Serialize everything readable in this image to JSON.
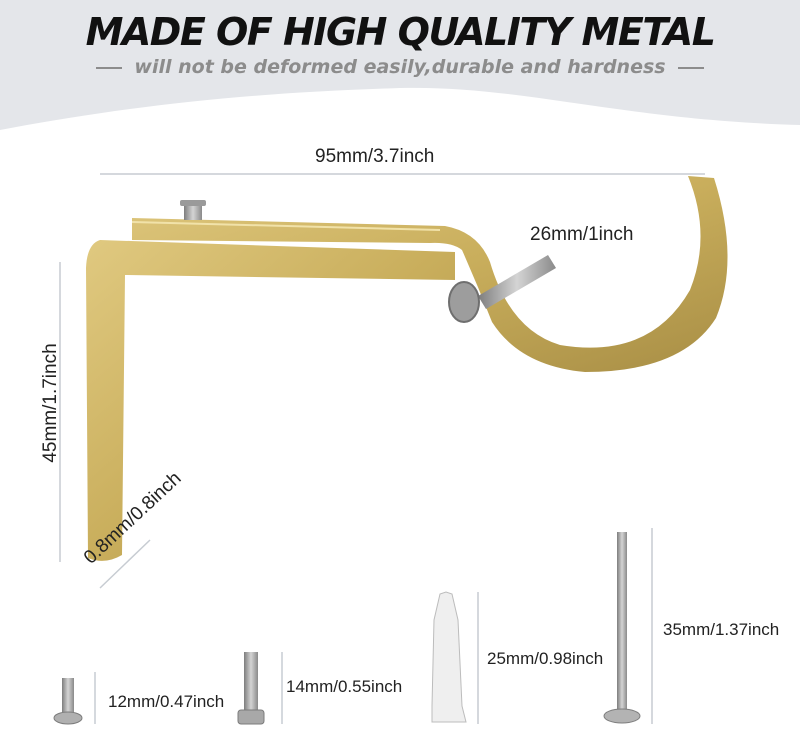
{
  "headline": "MADE OF HIGH QUALITY METAL",
  "subheadline": "will not be deformed easily,durable and hardness",
  "colors": {
    "brass": "#c9ae5c",
    "banner": "#e4e6ea",
    "screw": "#a9a9a9",
    "anchor": "#efefef"
  },
  "dimensions": {
    "length": "95mm/3.7inch",
    "height": "45mm/1.7inch",
    "hook_opening": "26mm/1inch",
    "thickness": "0.8mm/0.8inch"
  },
  "hardware": [
    {
      "name": "small-screw",
      "size": "12mm/0.47inch"
    },
    {
      "name": "machine-screw",
      "size": "14mm/0.55inch"
    },
    {
      "name": "wall-anchor",
      "size": "25mm/0.98inch"
    },
    {
      "name": "wood-screw",
      "size": "35mm/1.37inch"
    }
  ]
}
